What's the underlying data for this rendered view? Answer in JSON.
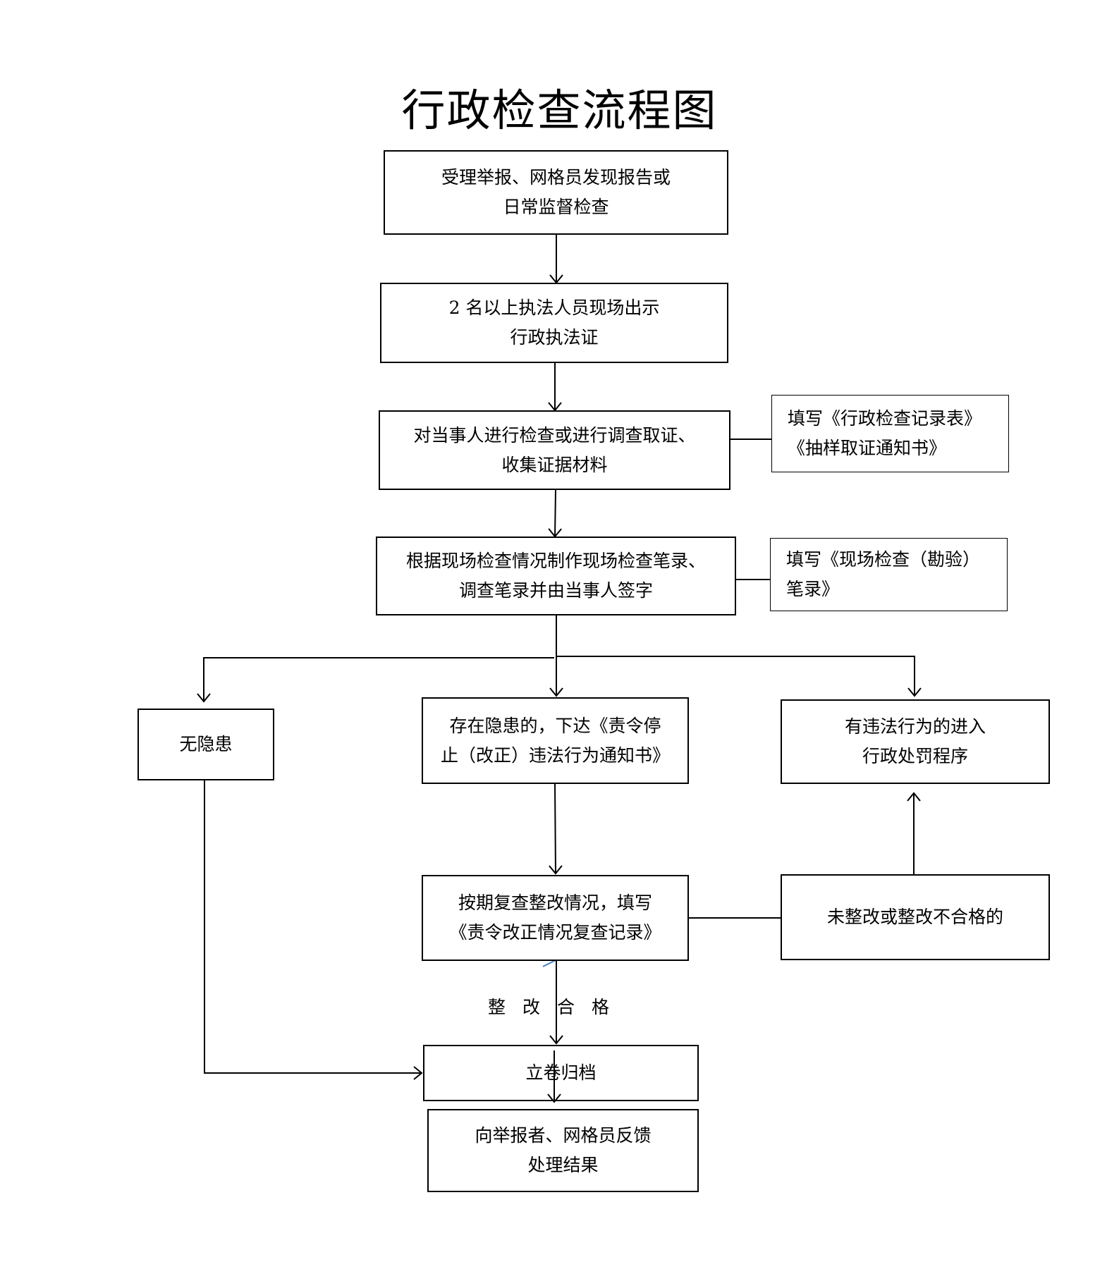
{
  "title": "行政检查流程图",
  "nodes": {
    "n1": [
      "受理举报、网格员发现报告或",
      "日常监督检查"
    ],
    "n2": [
      "2 名以上执法人员现场出示",
      "行政执法证"
    ],
    "n3": [
      "对当事人进行检查或进行调查取证、",
      "收集证据材料"
    ],
    "n3_note": [
      "填写《行政检查记录表》",
      "《抽样取证通知书》"
    ],
    "n4": [
      "根据现场检查情况制作现场检查笔录、",
      "调查笔录并由当事人签字"
    ],
    "n4_note": [
      "填写《现场检查（勘验）",
      "笔录》"
    ],
    "no_hazard": [
      "无隐患"
    ],
    "has_hazard": [
      "存在隐患的，下达《责令停",
      "止（改正）违法行为通知书》"
    ],
    "violation": [
      "有违法行为的进入",
      "行政处罚程序"
    ],
    "recheck": [
      "按期复查整改情况，填写",
      "《责令改正情况复查记录》"
    ],
    "not_fixed": [
      "未整改或整改不合格的"
    ],
    "archive": [
      "立卷归档"
    ],
    "feedback": [
      "向举报者、网格员反馈",
      "处理结果"
    ]
  },
  "edge_labels": {
    "qualified": "整改合格"
  },
  "colors": {
    "line": "#000000",
    "accent_arrow": "#4a7fc1"
  }
}
